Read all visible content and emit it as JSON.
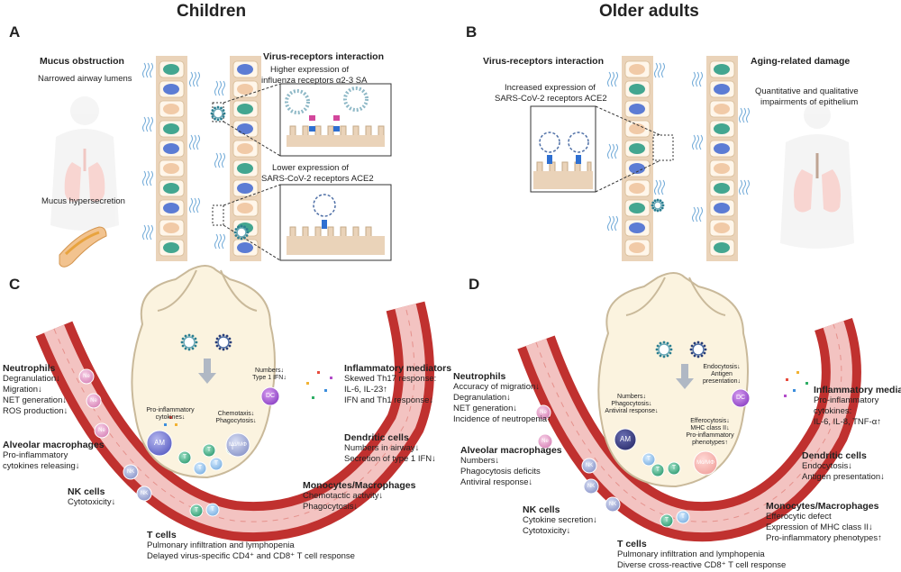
{
  "headings": {
    "children": "Children",
    "older": "Older adults"
  },
  "panels": {
    "a": "A",
    "b": "B",
    "c": "C",
    "d": "D"
  },
  "panelA": {
    "mucus_obstruction": "Mucus obstruction",
    "narrowed": "Narrowed airway lumens",
    "hypersecretion": "Mucus hypersecretion",
    "virus_receptors": "Virus-receptors interaction",
    "higher_1": "Higher expression of",
    "higher_2": "influenza receptors α2-3 SA",
    "lower_1": "Lower expression of",
    "lower_2": "SARS-CoV-2 receptors ACE2"
  },
  "panelB": {
    "virus_receptors": "Virus-receptors interaction",
    "increased_1": "Increased expression of",
    "increased_2": "SARS-CoV-2 receptors ACE2",
    "aging": "Aging-related damage",
    "quant_1": "Quantitative and qualitative",
    "quant_2": "impairments of epithelium"
  },
  "panelC": {
    "neutrophils": {
      "title": "Neutrophils",
      "lines": [
        "Degranulation↓",
        "Migration↓",
        "NET generation↓",
        "ROS production↓"
      ]
    },
    "alveolar": {
      "title": "Alveolar macrophages",
      "lines": [
        "Pro-inflammatory",
        "cytokines releasing↓"
      ]
    },
    "nk": {
      "title": "NK cells",
      "lines": [
        "Cytotoxicity↓"
      ]
    },
    "tcells": {
      "title": "T cells",
      "lines": [
        "Pulmonary infiltration and lymphopenia",
        "Delayed virus-specific CD4⁺ and CD8⁺ T cell response"
      ]
    },
    "mono": {
      "title": "Monocytes/Macrophages",
      "lines": [
        "Chemotactic activity↓",
        "Phagocytosis↓"
      ]
    },
    "dc": {
      "title": "Dendritic cells",
      "lines": [
        "Numbers in airway↓",
        "Secretion of type 1 IFN↓"
      ]
    },
    "inflam": {
      "title": "Inflammatory mediators",
      "lines": [
        "Skewed Th17 response:",
        "IL-6, IL-23↑",
        "IFN and Th1 response↓"
      ]
    },
    "inner": {
      "numbers_1": "Numbers↓",
      "numbers_2": "Type 1 IFN↓",
      "proinf_1": "Pro-inflammatory",
      "proinf_2": "cytokines↓",
      "chemo_1": "Chemotaxis↓",
      "chemo_2": "Phagocytosis↓"
    }
  },
  "panelD": {
    "neutrophils": {
      "title": "Neutrophils",
      "lines": [
        "Accuracy of migration↓",
        "Degranulation↓",
        "NET generation↓",
        "Incidence of neutropenia↑"
      ]
    },
    "alveolar": {
      "title": "Alveolar macrophages",
      "lines": [
        "Numbers↓",
        "Phagocytosis deficits",
        "Antiviral response↓"
      ]
    },
    "nk": {
      "title": "NK cells",
      "lines": [
        "Cytokine secretion↓",
        "Cytotoxicity↓"
      ]
    },
    "tcells": {
      "title": "T cells",
      "lines": [
        "Pulmonary infiltration and lymphopenia",
        "Diverse cross-reactive CD8⁺ T cell response"
      ]
    },
    "mono": {
      "title": "Monocytes/Macrophages",
      "lines": [
        "Efferocytic defect",
        "Expression of MHC class II↓",
        "Pro-inflammatory phenotypes↑"
      ]
    },
    "dc": {
      "title": "Dendritic cells",
      "lines": [
        "Endocytosis↓",
        "Antigen presentation↓"
      ]
    },
    "inflam": {
      "title": "Inflammatory mediators",
      "lines": [
        "Pro-inflammatory",
        "cytokines:",
        "IL-6, IL-8, TNF-α↑"
      ]
    },
    "inner": {
      "endo_1": "Endocytosis↓",
      "endo_2": "Antigen",
      "endo_3": "presentation↓",
      "num_1": "Numbers↓",
      "num_2": "Phagocytosis↓",
      "num_3": "Antiviral response↓",
      "eff_1": "Efferocytosis↓",
      "eff_2": "MHC class II↓",
      "eff_3": "Pro-inflammatory",
      "eff_4": "phenotypes↑"
    }
  },
  "cells": {
    "ne": "Ne",
    "am": "AM",
    "nk": "NK",
    "t": "T",
    "dc": "DC",
    "mo": "Mo/MΦ"
  },
  "colors": {
    "vessel": "#c0312f",
    "vessel_light": "#f3c3c1",
    "alveolus": "#fbf3df",
    "epithelium_green": "#2f9d86",
    "epithelium_blue": "#4a6fd1",
    "tissue": "#ead3b9"
  }
}
